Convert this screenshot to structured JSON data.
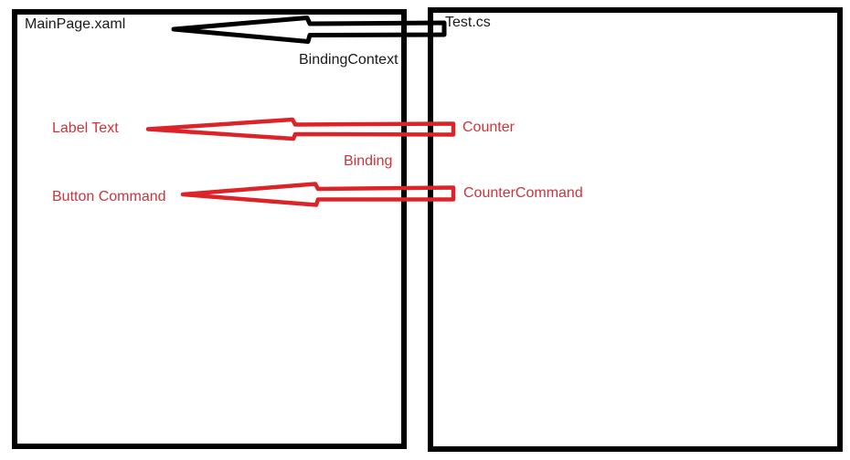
{
  "colors": {
    "background": "#ffffff",
    "box_border": "#000000",
    "black_arrow": "#000000",
    "red_arrow": "#dc2328",
    "black_text": "#1a1a1a",
    "red_text": "#c9353d"
  },
  "left_panel": {
    "title": "MainPage.xaml",
    "label_text": "Label Text",
    "button_command": "Button Command"
  },
  "right_panel": {
    "title": "Test.cs",
    "counter": "Counter",
    "counter_command": "CounterCommand"
  },
  "connections": {
    "binding_context": "BindingContext",
    "binding": "Binding"
  }
}
